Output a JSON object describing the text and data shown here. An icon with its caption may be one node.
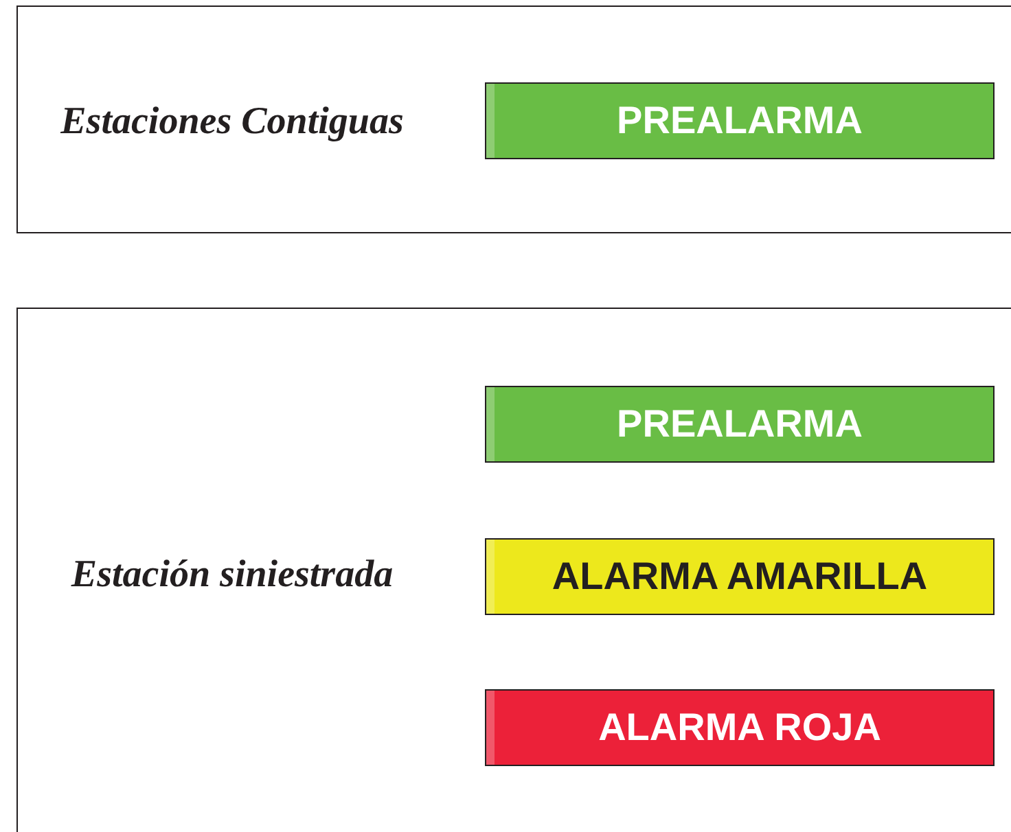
{
  "diagram": {
    "nodes": [
      {
        "text": [
          "Estaciones Contiguas"
        ]
      },
      {
        "text": [
          "PREALARMA"
        ],
        "in": 0
      },
      {
        "text": [
          "Estación siniestrada"
        ]
      },
      {
        "text": [
          "PREALARMA"
        ],
        "in": 2
      },
      {
        "text": [
          "ALARMA AMARILLA"
        ],
        "in": 2
      },
      {
        "text": [
          "ALARMA ROJA"
        ],
        "in": 2
      }
    ]
  }
}
